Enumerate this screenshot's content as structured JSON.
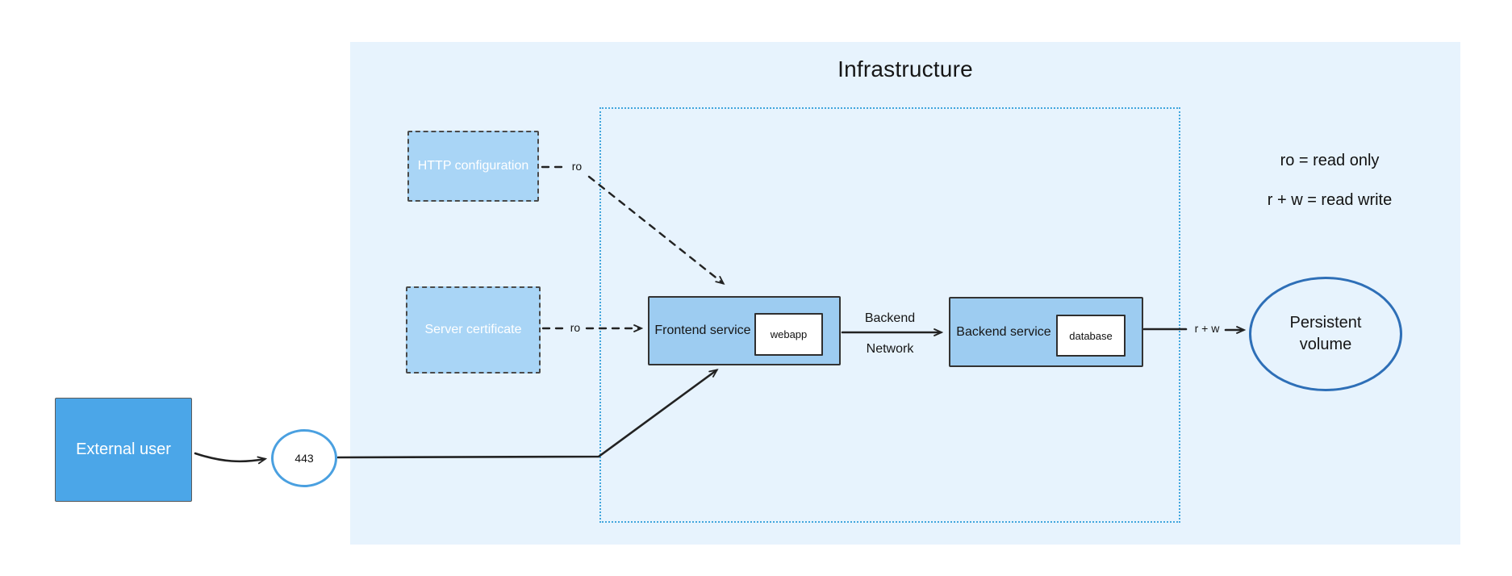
{
  "title": "Infrastructure",
  "legend": {
    "line1": "ro = read only",
    "line2": "r + w = read write"
  },
  "nodes": {
    "http_config": {
      "label": "HTTP configuration"
    },
    "server_cert": {
      "label": "Server certificate"
    },
    "frontend": {
      "label": "Frontend service",
      "inner": "webapp"
    },
    "backend": {
      "label": "Backend service",
      "inner": "database"
    },
    "external_user": {
      "label": "External user"
    },
    "port": {
      "label": "443"
    },
    "persistent_volume": {
      "label": "Persistent volume"
    }
  },
  "edges": {
    "http_config_to_frontend": {
      "label": "ro"
    },
    "server_cert_to_frontend": {
      "label": "ro"
    },
    "frontend_to_backend": {
      "label_line1": "Backend",
      "label_line2": "Network"
    },
    "backend_to_volume": {
      "label": "r + w"
    }
  },
  "colors": {
    "region_bg": "#e7f3fd",
    "config_fill": "#a9d5f6",
    "service_fill": "#9dccf1",
    "external_fill": "#4ba6e8",
    "port_stroke": "#4aa0e0",
    "volume_stroke": "#2e6fb7",
    "boundary_color": "#41a6dd",
    "ink": "#1e1e1e"
  }
}
